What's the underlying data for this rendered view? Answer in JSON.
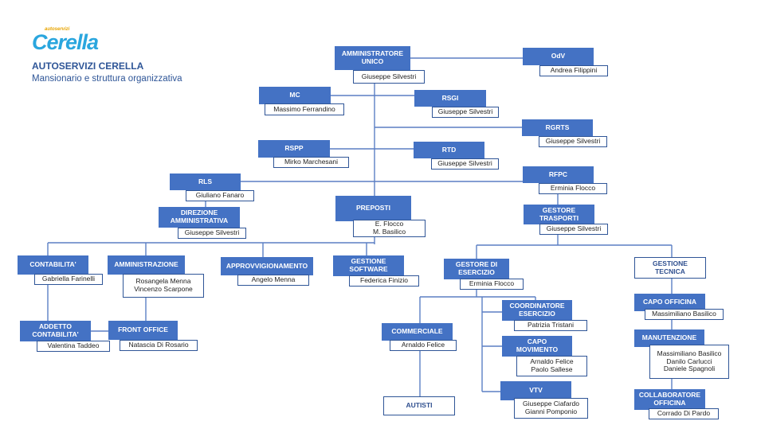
{
  "header": {
    "logo_text": "Cerella",
    "logo_small": "autoservizi",
    "company": "AUTOSERVIZI CERELLA",
    "subtitle": "Mansionario e struttura organizzativa"
  },
  "colors": {
    "box_fill": "#4472c4",
    "line": "#5b7fc4",
    "border": "#2f5597",
    "brand": "#2aa6de"
  },
  "nodes": [
    {
      "id": "amm-unico",
      "title": "AMMINISTRATORE\nUNICO",
      "person": "Giuseppe Silvestri"
    },
    {
      "id": "odv",
      "title": "OdV",
      "person": "Andrea Filippini"
    },
    {
      "id": "mc",
      "title": "MC",
      "person": "Massimo Ferrandino"
    },
    {
      "id": "rsgi",
      "title": "RSGI",
      "person": "Giuseppe Silvestri"
    },
    {
      "id": "rgrts",
      "title": "RGRTS",
      "person": "Giuseppe Silvestri"
    },
    {
      "id": "rspp",
      "title": "RSPP",
      "person": "Mirko Marchesani"
    },
    {
      "id": "rtd",
      "title": "RTD",
      "person": "Giuseppe Silvestri"
    },
    {
      "id": "rls",
      "title": "RLS",
      "person": "Giuliano Fanaro"
    },
    {
      "id": "rfpc",
      "title": "RFPC",
      "person": "Erminia Flocco"
    },
    {
      "id": "preposti",
      "title": "PREPOSTI",
      "person": "E. Flocco\nM. Basilico"
    },
    {
      "id": "dir-amm",
      "title": "DIREZIONE\nAMMINISTRATIVA",
      "person": "Giuseppe Silvestri"
    },
    {
      "id": "gest-trasporti",
      "title": "GESTORE\nTRASPORTI",
      "person": "Giuseppe Silvestri"
    },
    {
      "id": "contabilita",
      "title": "CONTABILITA'",
      "person": "Gabriella Farinelli"
    },
    {
      "id": "amministrazione",
      "title": "AMMINISTRAZIONE",
      "person": "Rosangela Menna\nVincenzo Scarpone"
    },
    {
      "id": "approvvigionamento",
      "title": "APPROVVIGIONAMENTO",
      "person": "Angelo Menna"
    },
    {
      "id": "gest-software",
      "title": "GESTIONE\nSOFTWARE",
      "person": "Federica Finizio"
    },
    {
      "id": "gest-esercizio",
      "title": "GESTORE DI\nESERCIZIO",
      "person": "Erminia Flocco"
    },
    {
      "id": "gest-tecnica",
      "title": "GESTIONE\nTECNICA",
      "person": ""
    },
    {
      "id": "addetto-contabilita",
      "title": "ADDETTO\nCONTABILITA'",
      "person": "Valentina Taddeo"
    },
    {
      "id": "front-office",
      "title": "FRONT OFFICE",
      "person": "Natascia Di Rosario"
    },
    {
      "id": "coord-esercizio",
      "title": "COORDINATORE\nESERCIZIO",
      "person": "Patrizia Tristani"
    },
    {
      "id": "capo-officina",
      "title": "CAPO OFFICINA",
      "person": "Massimiliano Basilico"
    },
    {
      "id": "commerciale",
      "title": "COMMERCIALE",
      "person": "Arnaldo Felice"
    },
    {
      "id": "capo-movimento",
      "title": "CAPO\nMOVIMENTO",
      "person": "Arnaldo Felice\nPaolo Sallese"
    },
    {
      "id": "manutenzione",
      "title": "MANUTENZIONE",
      "person": "Massimiliano Basilico\nDanilo Carlucci\nDaniele Spagnoli"
    },
    {
      "id": "vtv",
      "title": "VTV",
      "person": "Giuseppe Ciafardo\nGianni Pomponio"
    },
    {
      "id": "collab-officina",
      "title": "COLLABORATORE\nOFFICINA",
      "person": "Corrado Di Pardo"
    },
    {
      "id": "autisti",
      "title": "AUTISTI",
      "person": ""
    }
  ]
}
